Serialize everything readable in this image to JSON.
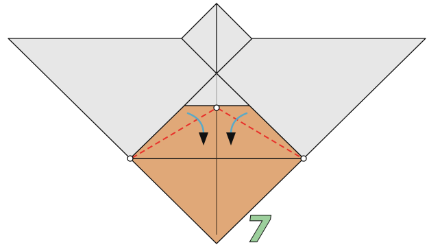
{
  "diagram": {
    "type": "origami-step",
    "step_number": "7",
    "colors": {
      "paper_back": "#e7e7e7",
      "paper_front": "#e0a878",
      "outline": "#111111",
      "valley_fold": "#e8302a",
      "arrow_stroke": "#5aa9c7",
      "arrow_head": "#111111",
      "step_number_fill": "#9ccf9c",
      "step_number_stroke": "#1a1a1a",
      "reference_point_fill": "#ffffff"
    },
    "elements": [
      "top-square-flap",
      "left-wing-flap",
      "right-wing-flap",
      "center-triangle",
      "front-diamond",
      "valley-fold-lines",
      "fold-arrows",
      "reference-points"
    ]
  }
}
